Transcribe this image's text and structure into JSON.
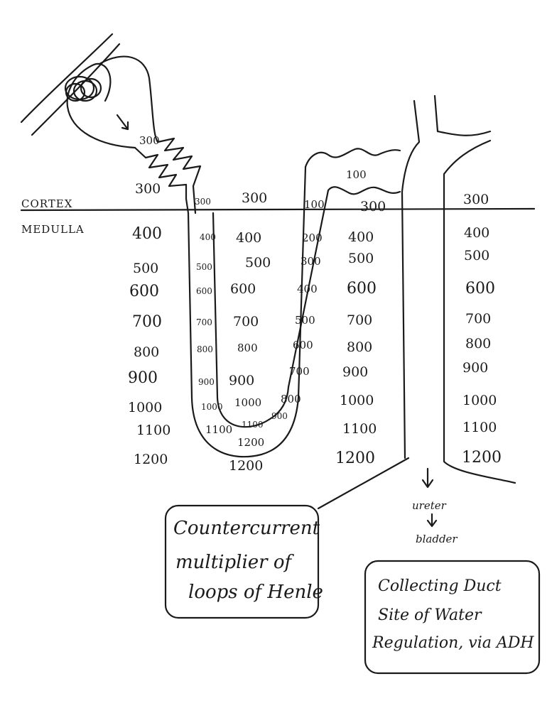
{
  "zones": {
    "cortex": "CORTEX",
    "medulla": "MEDULLA"
  },
  "interstitium_left": [
    "300",
    "400",
    "500",
    "600",
    "700",
    "800",
    "900",
    "1000",
    "1100",
    "1200"
  ],
  "descending_limb": [
    "300",
    "400",
    "500",
    "600",
    "700",
    "800",
    "900",
    "1000",
    "1100"
  ],
  "loop_interior": [
    "300",
    "400",
    "500",
    "600",
    "700",
    "800",
    "900",
    "1000",
    "1100"
  ],
  "loop_tip": [
    "1200",
    "1200"
  ],
  "ascending_limb": [
    "100",
    "200",
    "300",
    "400",
    "500",
    "600",
    "700",
    "800",
    "900"
  ],
  "distal_tubule": "100",
  "interstitium_middle": [
    "300",
    "400",
    "500",
    "600",
    "700",
    "800",
    "900",
    "1000",
    "1100",
    "1200"
  ],
  "interstitium_right": [
    "300",
    "400",
    "500",
    "600",
    "700",
    "800",
    "900",
    "1000",
    "1100",
    "1200"
  ],
  "tubule_start": "300",
  "flow": {
    "ureter": "ureter",
    "bladder": "bladder"
  },
  "notes": {
    "loop": [
      "Countercurrent",
      "multiplier of",
      "loops of Henle"
    ],
    "duct": [
      "Collecting Duct",
      "Site of Water",
      "Regulation, via ADH"
    ]
  }
}
